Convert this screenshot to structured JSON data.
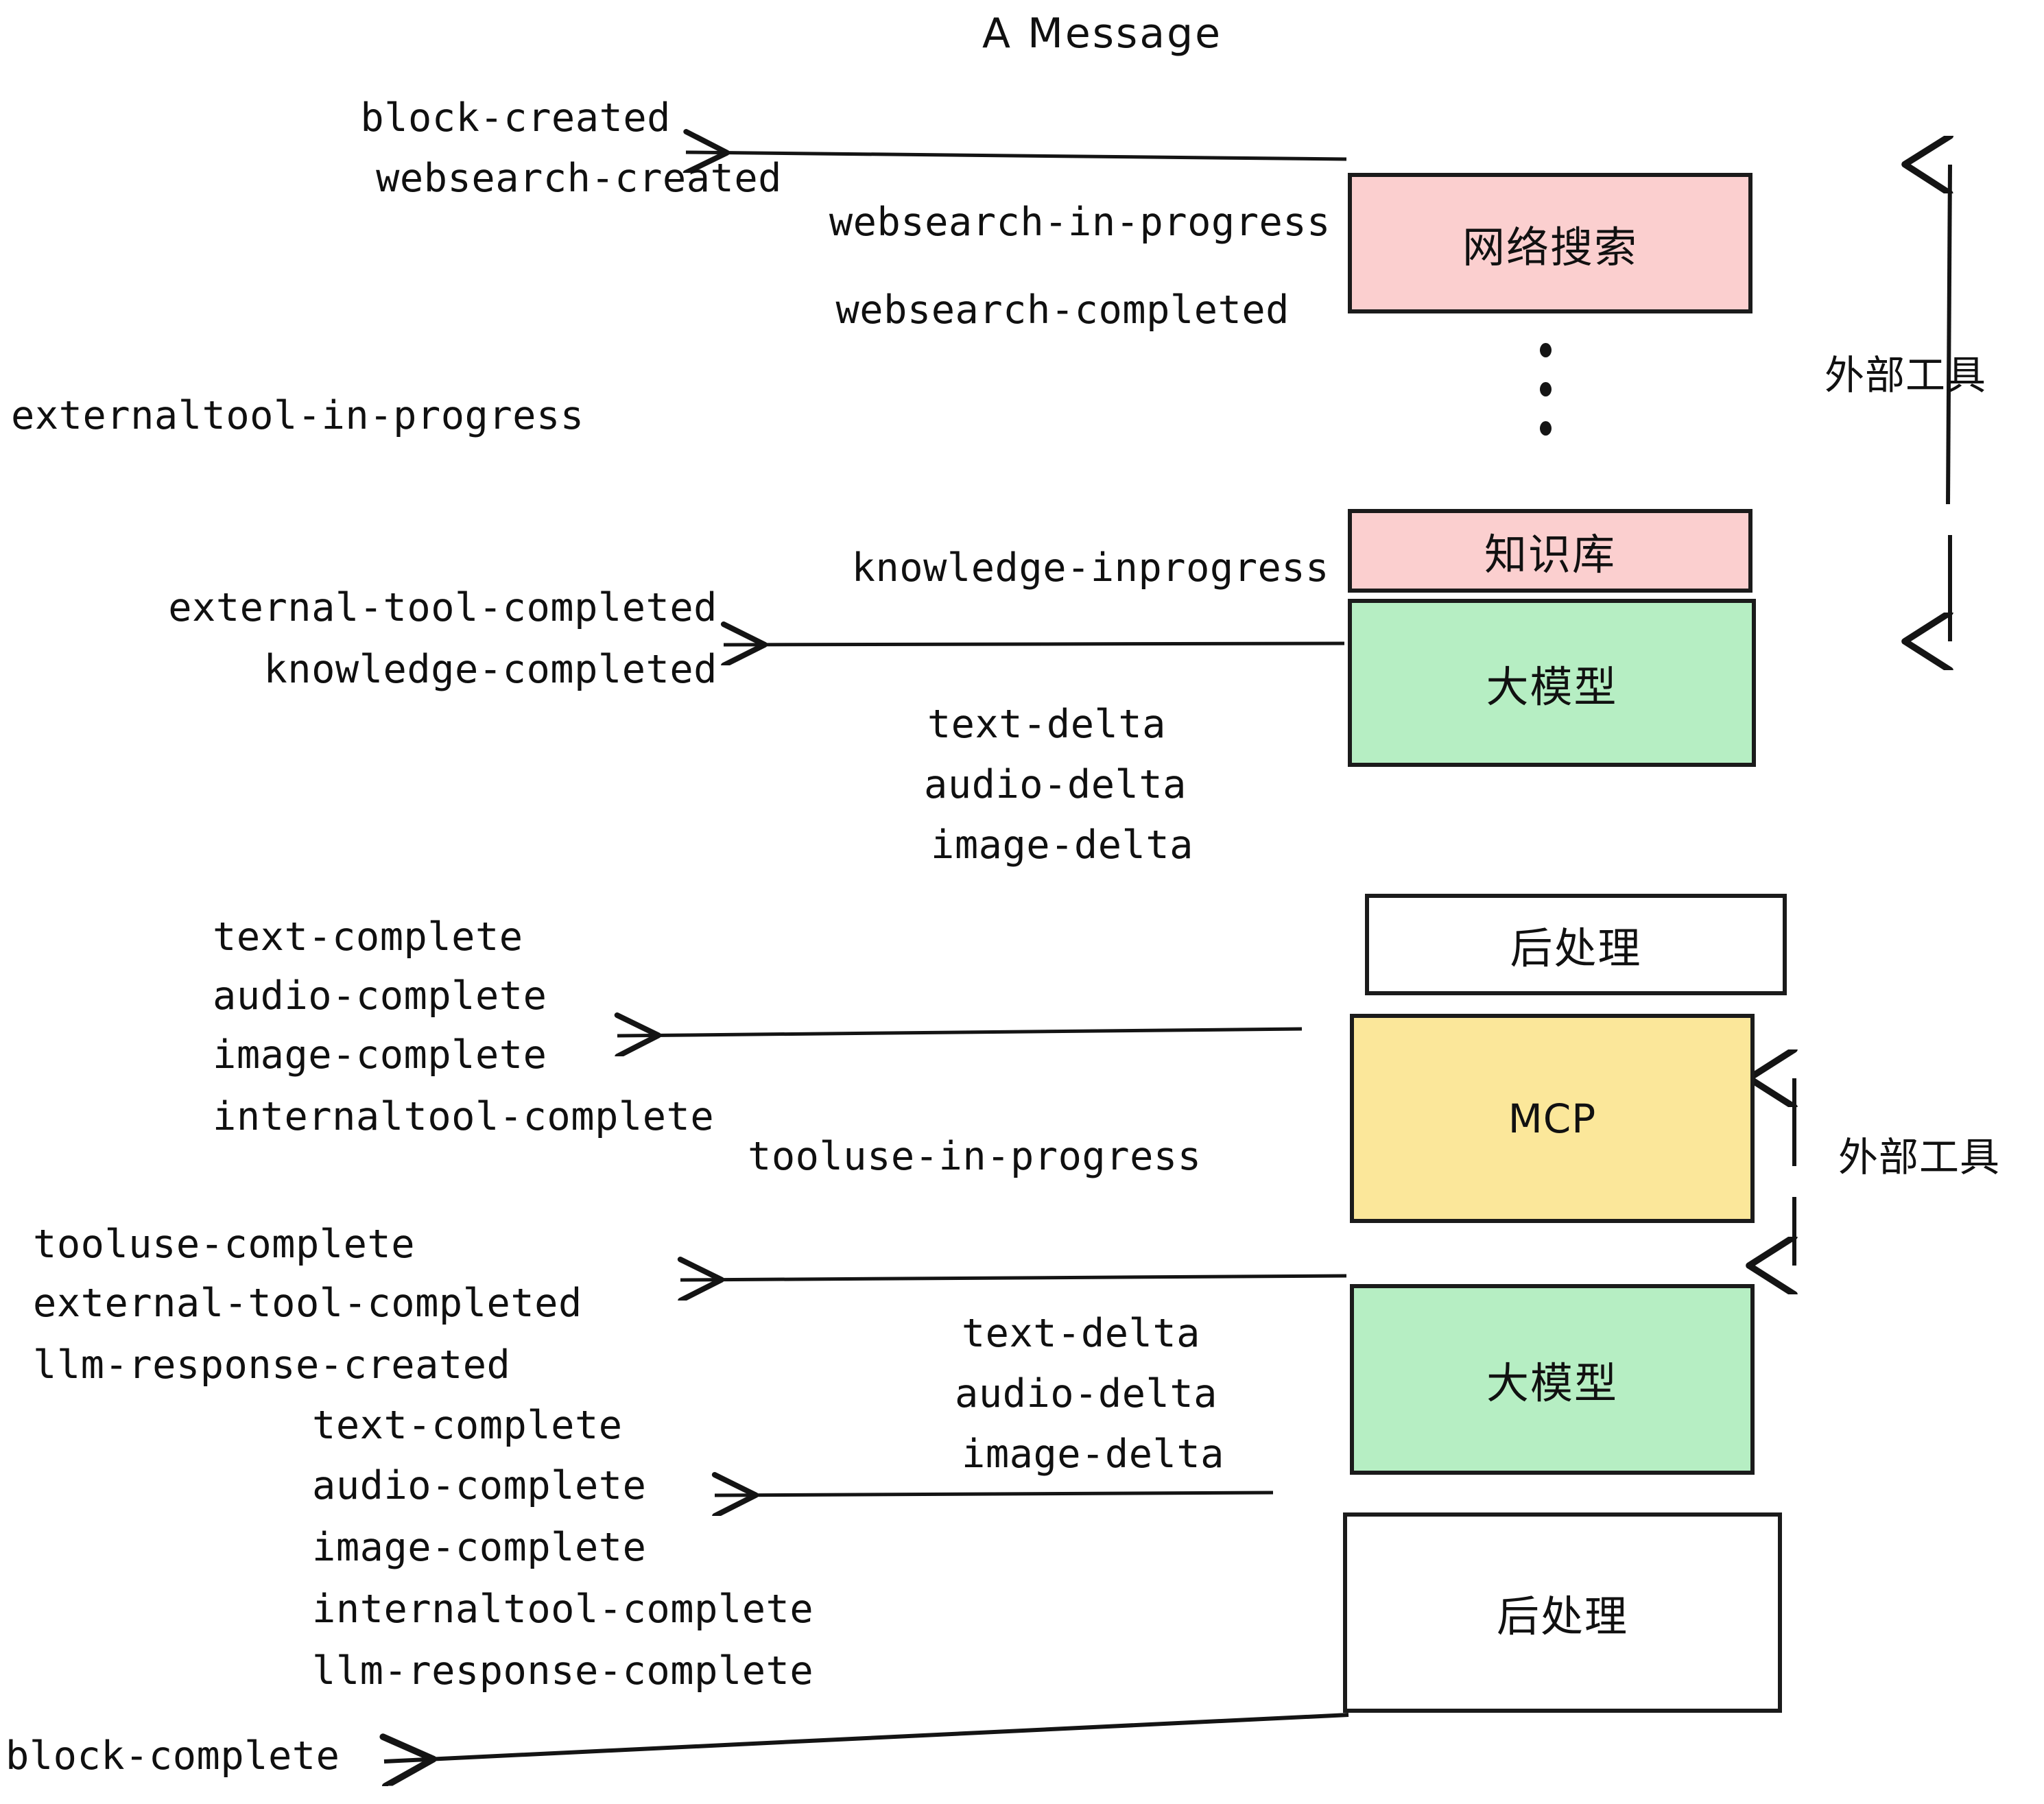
{
  "title": "A Message",
  "colors": {
    "pink": "#fbcfcf",
    "green": "#b6eec3",
    "yellow": "#fbe79a",
    "white": "#ffffff",
    "stroke": "#1b1b1b",
    "text": "#101010",
    "background": "#ffffff"
  },
  "nodes": [
    {
      "id": "websearch",
      "label": "网络搜索",
      "fill": "pink"
    },
    {
      "id": "knowledge",
      "label": "知识库",
      "fill": "pink"
    },
    {
      "id": "llm-1",
      "label": "大模型",
      "fill": "green"
    },
    {
      "id": "postprocess-1",
      "label": "后处理",
      "fill": "white"
    },
    {
      "id": "mcp",
      "label": "MCP",
      "fill": "yellow"
    },
    {
      "id": "llm-2",
      "label": "大模型",
      "fill": "green"
    },
    {
      "id": "postprocess-2",
      "label": "后处理",
      "fill": "white"
    }
  ],
  "side_labels": [
    {
      "id": "external-tools-top",
      "label": "外部工具"
    },
    {
      "id": "external-tools-bottom",
      "label": "外部工具"
    }
  ],
  "events": {
    "block_created": "block-created",
    "websearch_created": "websearch-created",
    "websearch_in_progress": "websearch-in-progress",
    "websearch_completed": "websearch-completed",
    "externaltool_in_progress": "externaltool-in-progress",
    "knowledge_inprogress": "knowledge-inprogress",
    "external_tool_completed_1": "external-tool-completed",
    "knowledge_completed": "knowledge-completed",
    "text_delta_1": "text-delta",
    "audio_delta_1": "audio-delta",
    "image_delta_1": "image-delta",
    "text_complete_1": "text-complete",
    "audio_complete_1": "audio-complete",
    "image_complete_1": "image-complete",
    "internaltool_complete_1": "internaltool-complete",
    "tooluse_in_progress": "tooluse-in-progress",
    "tooluse_complete": "tooluse-complete",
    "external_tool_completed_2": "external-tool-completed",
    "llm_response_created": "llm-response-created",
    "text_delta_2": "text-delta",
    "audio_delta_2": "audio-delta",
    "image_delta_2": "image-delta",
    "text_complete_2": "text-complete",
    "audio_complete_2": "audio-complete",
    "image_complete_2": "image-complete",
    "internaltool_complete_2": "internaltool-complete",
    "llm_response_complete": "llm-response-complete",
    "block_complete": "block-complete"
  }
}
